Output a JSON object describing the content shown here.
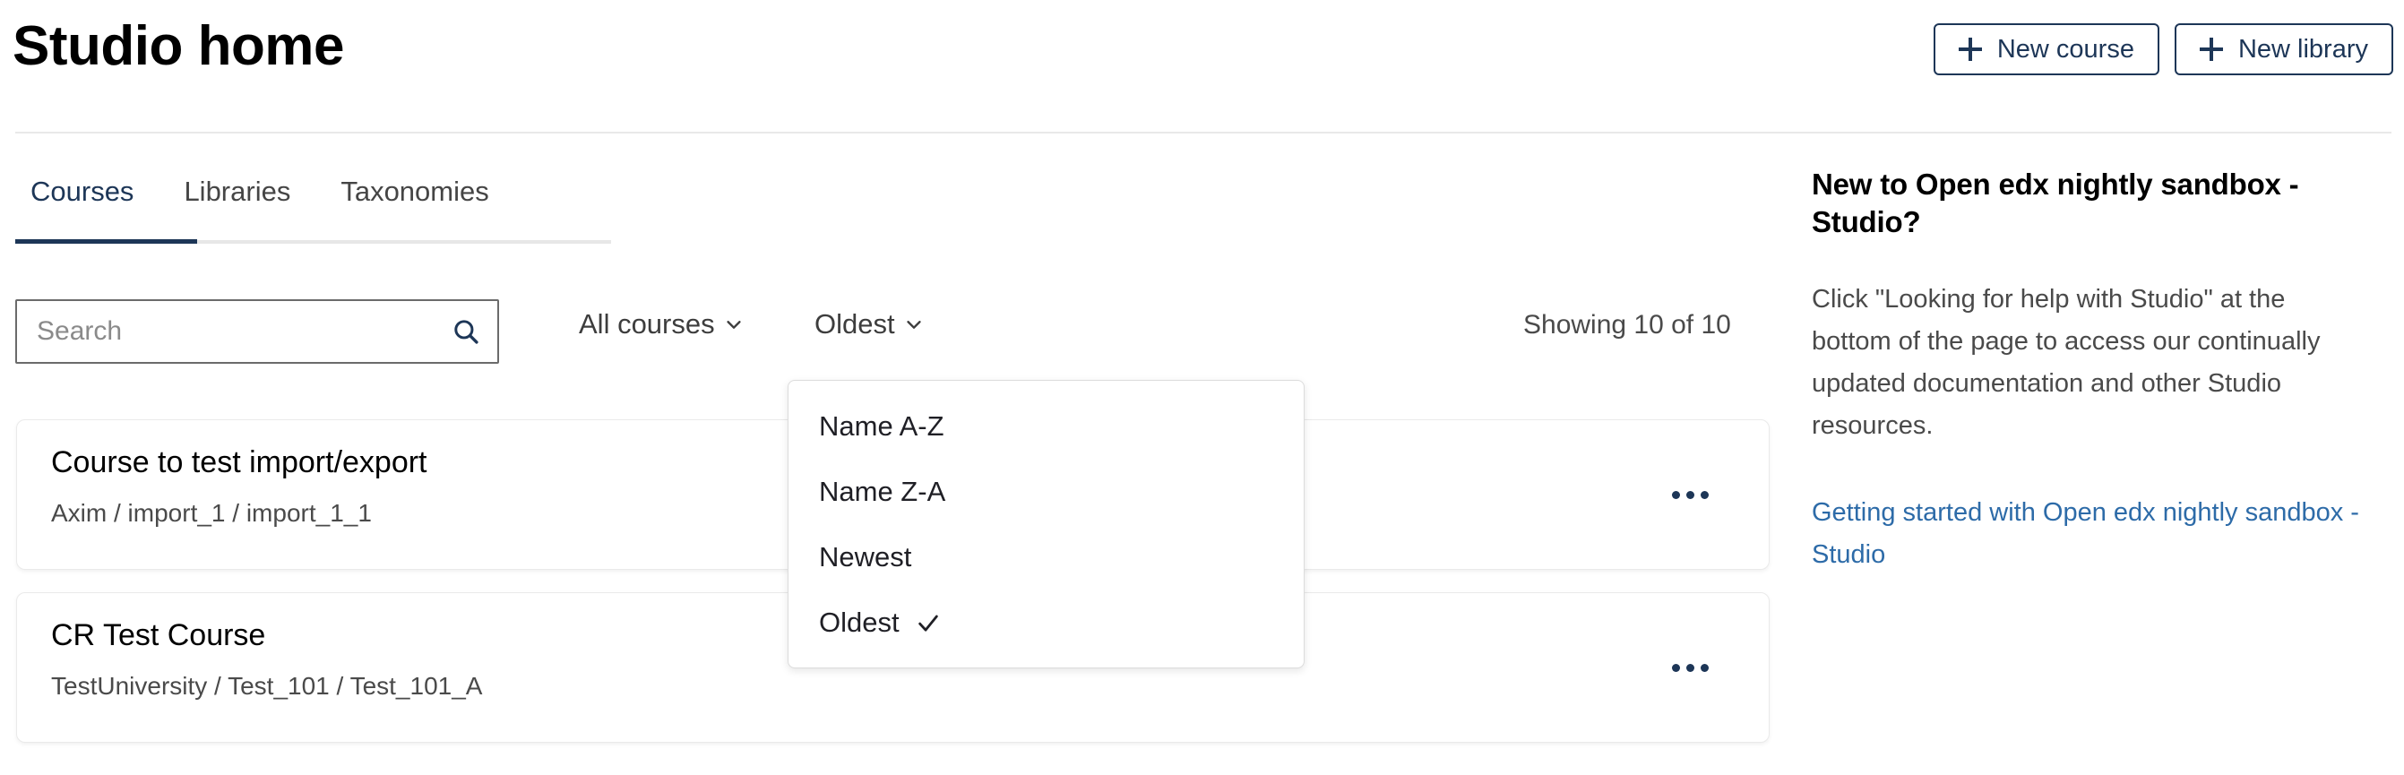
{
  "header": {
    "title": "Studio home",
    "actions": [
      {
        "label": "New course",
        "icon": "plus-icon"
      },
      {
        "label": "New library",
        "icon": "plus-icon"
      }
    ]
  },
  "tabs": [
    {
      "label": "Courses",
      "active": true
    },
    {
      "label": "Libraries",
      "active": false
    },
    {
      "label": "Taxonomies",
      "active": false
    }
  ],
  "controls": {
    "search": {
      "value": "",
      "placeholder": "Search",
      "icon": "search-icon"
    },
    "filter_courses": {
      "label": "All courses",
      "icon": "chevron-down-icon"
    },
    "filter_sort": {
      "label": "Oldest",
      "icon": "chevron-down-icon"
    },
    "showing": "Showing 10 of 10"
  },
  "sort_menu": {
    "open": true,
    "items": [
      {
        "label": "Name A-Z",
        "selected": false
      },
      {
        "label": "Name Z-A",
        "selected": false
      },
      {
        "label": "Newest",
        "selected": false
      },
      {
        "label": "Oldest",
        "selected": true
      }
    ]
  },
  "courses": [
    {
      "title": "Course to test import/export",
      "org": "Axim / import_1 / import_1_1",
      "menu_icon": "ellipsis-icon"
    },
    {
      "title": "CR Test Course",
      "org": "TestUniversity / Test_101 / Test_101_A",
      "menu_icon": "ellipsis-icon"
    }
  ],
  "sidebar": {
    "heading": "New to Open edx nightly sandbox - Studio?",
    "body": "Click \"Looking for help with Studio\" at the bottom of the page to access our continually updated documentation and other Studio resources.",
    "link": "Getting started with Open edx nightly sandbox - Studio"
  },
  "colors": {
    "brand_navy": "#1d3657",
    "link_blue": "#2d6ba8",
    "text_gray": "#4a4a4a"
  }
}
